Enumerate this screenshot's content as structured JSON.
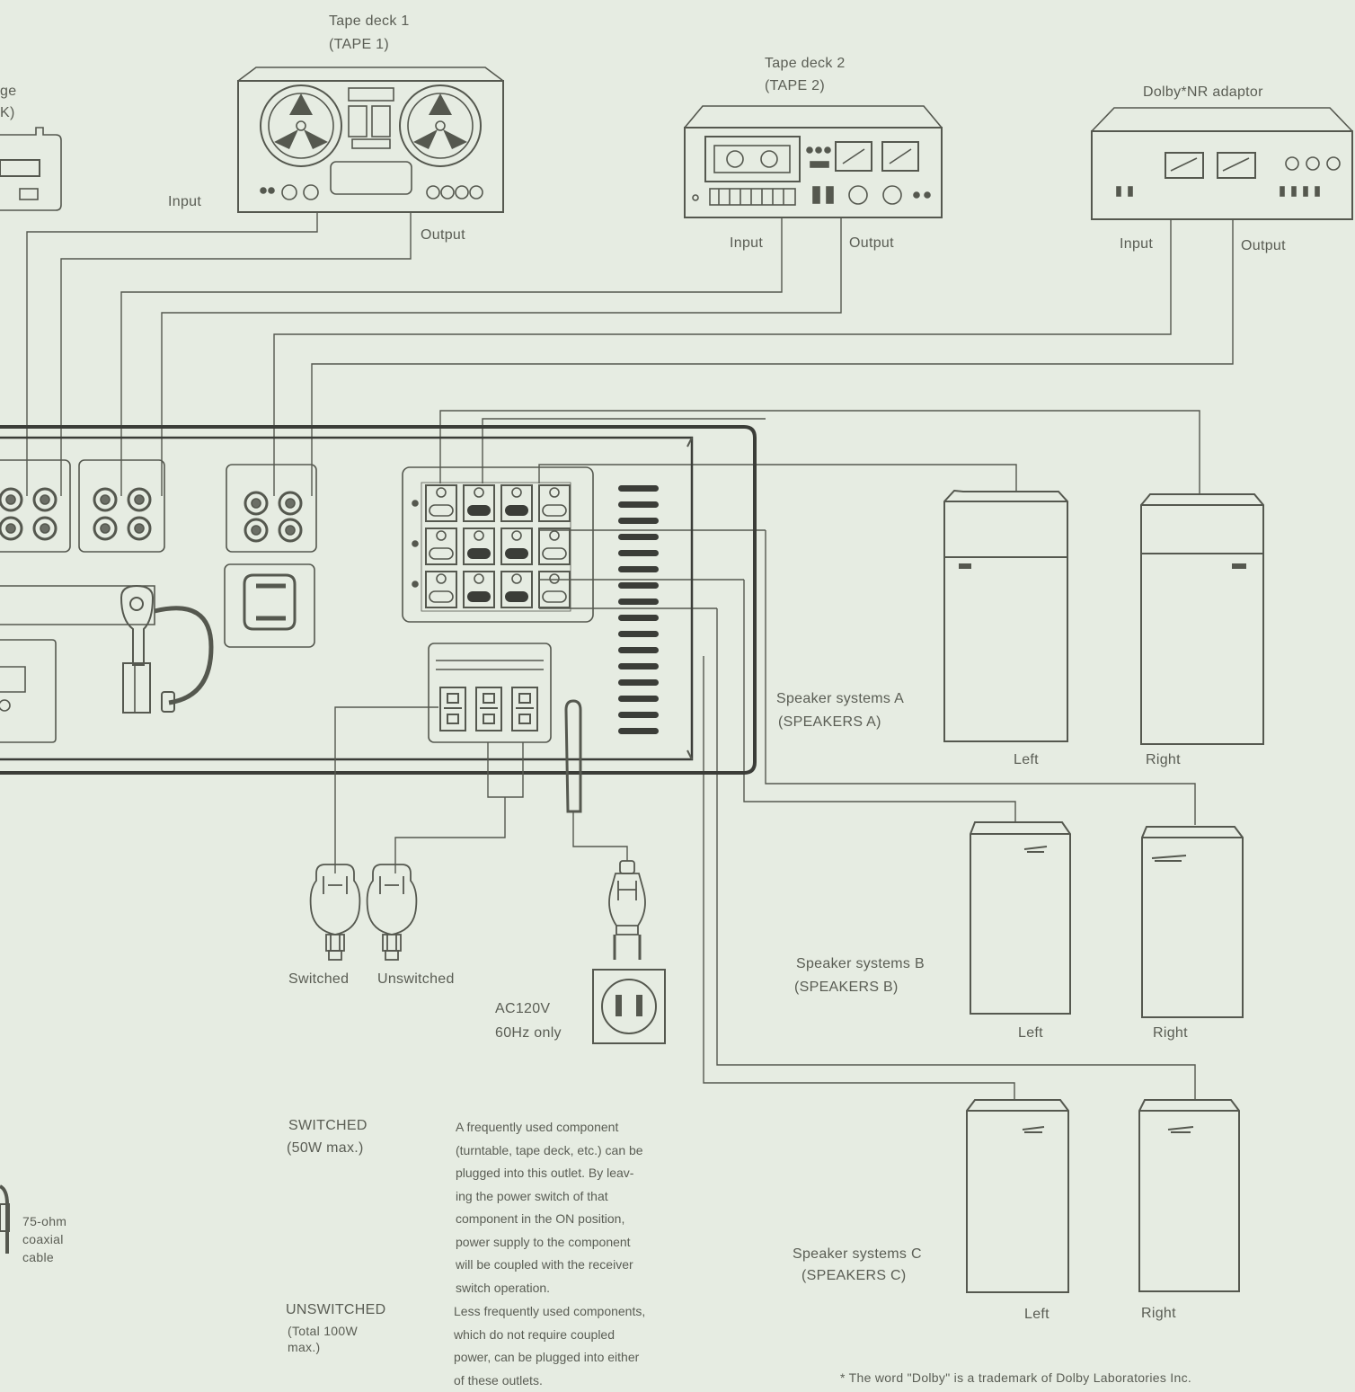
{
  "colors": {
    "paper": "#e6ece2",
    "ink": "#55584f",
    "ink_dark": "#3b3d38",
    "jack": "#6b6e66"
  },
  "devices": {
    "tape1": {
      "title": "Tape deck 1",
      "subtitle": "(TAPE 1)",
      "input": "Input",
      "output": "Output",
      "icon": "reel-to-reel-tape-deck-icon"
    },
    "tape2": {
      "title": "Tape deck 2",
      "subtitle": "(TAPE 2)",
      "input": "Input",
      "output": "Output",
      "icon": "cassette-tape-deck-icon"
    },
    "dolby": {
      "title": "Dolby*NR adaptor",
      "input": "Input",
      "output": "Output",
      "icon": "noise-reduction-adaptor-icon"
    },
    "left_partial": {
      "line1": "ge",
      "line2": "K)"
    }
  },
  "speakers": {
    "a": {
      "line1": "Speaker systems A",
      "line2": "(SPEAKERS A)",
      "left": "Left",
      "right": "Right"
    },
    "b": {
      "line1": "Speaker systems B",
      "line2": "(SPEAKERS B)",
      "left": "Left",
      "right": "Right"
    },
    "c": {
      "line1": "Speaker systems C",
      "line2": "(SPEAKERS C)",
      "left": "Left",
      "right": "Right"
    }
  },
  "power": {
    "switched_plug": "Switched",
    "unswitched_plug": "Unswitched",
    "ac_line1": "AC120V",
    "ac_line2": "60Hz only"
  },
  "antenna": {
    "line1": "75-ohm",
    "line2": "coaxial",
    "line3": "cable"
  },
  "notes": {
    "switched": {
      "term1": "SWITCHED",
      "term2": "(50W max.)",
      "lines": [
        "A frequently used component",
        "(turntable, tape deck, etc.) can be",
        "plugged into this outlet. By leav-",
        "ing the power switch of that",
        "component in the ON position,",
        "power supply to the component",
        "will be coupled with the receiver",
        "switch operation."
      ]
    },
    "unswitched": {
      "term1": "UNSWITCHED",
      "term2": "(Total 100W",
      "term3": "max.)",
      "lines": [
        "Less frequently used components,",
        "which do not require coupled",
        "power, can be plugged into either",
        "of these outlets."
      ]
    }
  },
  "footnote": "*  The word \"Dolby\" is a trademark of Dolby Laboratories Inc."
}
